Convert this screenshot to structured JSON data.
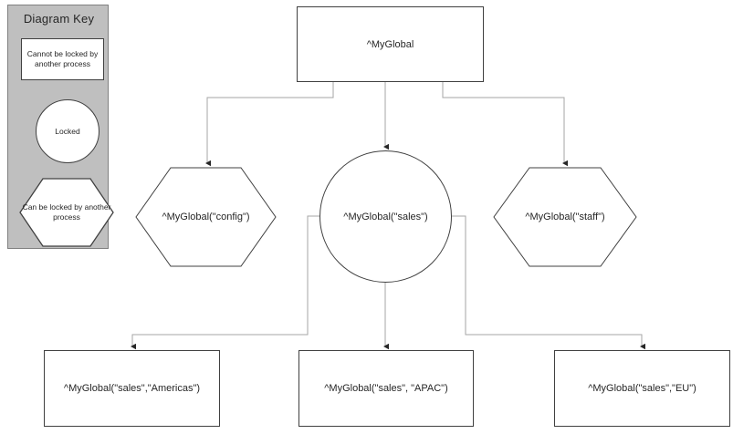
{
  "legend": {
    "title": "Diagram Key",
    "items": [
      {
        "shape": "rectangle",
        "label": "Cannot be locked by another process"
      },
      {
        "shape": "circle",
        "label": "Locked"
      },
      {
        "shape": "hexagon",
        "label": "Can be locked by another process"
      }
    ],
    "panel_color": "#bfbfbf",
    "border_color": "#808080"
  },
  "diagram": {
    "nodes": {
      "root": {
        "label": "^MyGlobal",
        "shape": "rectangle"
      },
      "config": {
        "label": "^MyGlobal(\"config\")",
        "shape": "hexagon"
      },
      "sales": {
        "label": "^MyGlobal(\"sales\")",
        "shape": "circle"
      },
      "staff": {
        "label": "^MyGlobal(\"staff\")",
        "shape": "hexagon"
      },
      "americas": {
        "label": "^MyGlobal(\"sales\",\"Americas\")",
        "shape": "rectangle"
      },
      "apac": {
        "label": "^MyGlobal(\"sales\", \"APAC\")",
        "shape": "rectangle"
      },
      "eu": {
        "label": "^MyGlobal(\"sales\",\"EU\")",
        "shape": "rectangle"
      }
    },
    "edges": [
      {
        "from": "root",
        "to": "config"
      },
      {
        "from": "root",
        "to": "sales"
      },
      {
        "from": "root",
        "to": "staff"
      },
      {
        "from": "sales",
        "to": "americas"
      },
      {
        "from": "sales",
        "to": "apac"
      },
      {
        "from": "sales",
        "to": "eu"
      }
    ],
    "edge_color": "#a6a6a6",
    "shape_stroke": "#404040",
    "shape_fill": "#ffffff",
    "text_color": "#262626"
  }
}
